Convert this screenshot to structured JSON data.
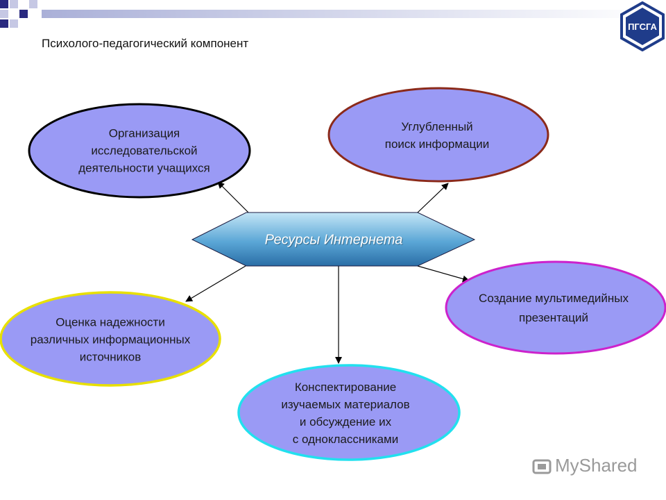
{
  "title": "Психолого-педагогический компонент",
  "center": {
    "label": "Ресурсы Интернета"
  },
  "nodes": [
    {
      "id": "research",
      "lines": [
        "Организация",
        "исследовательской",
        "деятельности учащихся"
      ],
      "border": "#000000"
    },
    {
      "id": "search",
      "lines": [
        "Углубленный",
        "поиск информации"
      ],
      "border": "#8b2a1a"
    },
    {
      "id": "multimedia",
      "lines": [
        "Создание мультимедийных",
        "презентаций"
      ],
      "border": "#cc22cc"
    },
    {
      "id": "reliability",
      "lines": [
        "Оценка надежности",
        "различных информационных",
        "источников"
      ],
      "border": "#e8e000"
    },
    {
      "id": "notes",
      "lines": [
        "Конспектирование",
        "изучаемых материалов",
        "и обсуждение их",
        "с одноклассниками"
      ],
      "border": "#22e0ee"
    }
  ],
  "colors": {
    "node_fill": "#9a9af5",
    "center_fill_top": "#b9dff3",
    "center_fill_bottom": "#2f7fb8",
    "accent": "#1f3c8a"
  },
  "logo": {
    "text": "ПГСГА"
  },
  "watermark": {
    "text": "MyShared"
  }
}
